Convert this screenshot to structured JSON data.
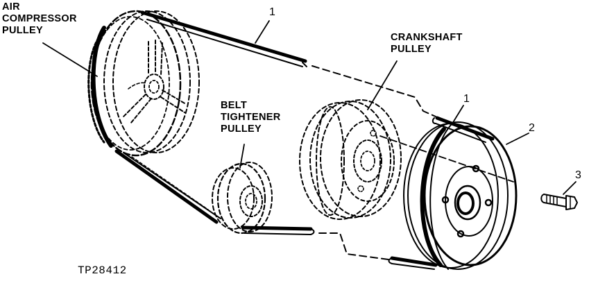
{
  "labels": {
    "air_compressor": "AIR\nCOMPRESSOR\nPULLEY",
    "belt_tightener": "BELT\nTIGHTENER\nPULLEY",
    "crankshaft": "CRANKSHAFT\nPULLEY"
  },
  "callouts": {
    "belt_top": "1",
    "belt_right": "1",
    "pulley_new": "2",
    "bolt": "3"
  },
  "figure_code": "TP28412",
  "colors": {
    "ink": "#000000",
    "paper": "#ffffff"
  }
}
